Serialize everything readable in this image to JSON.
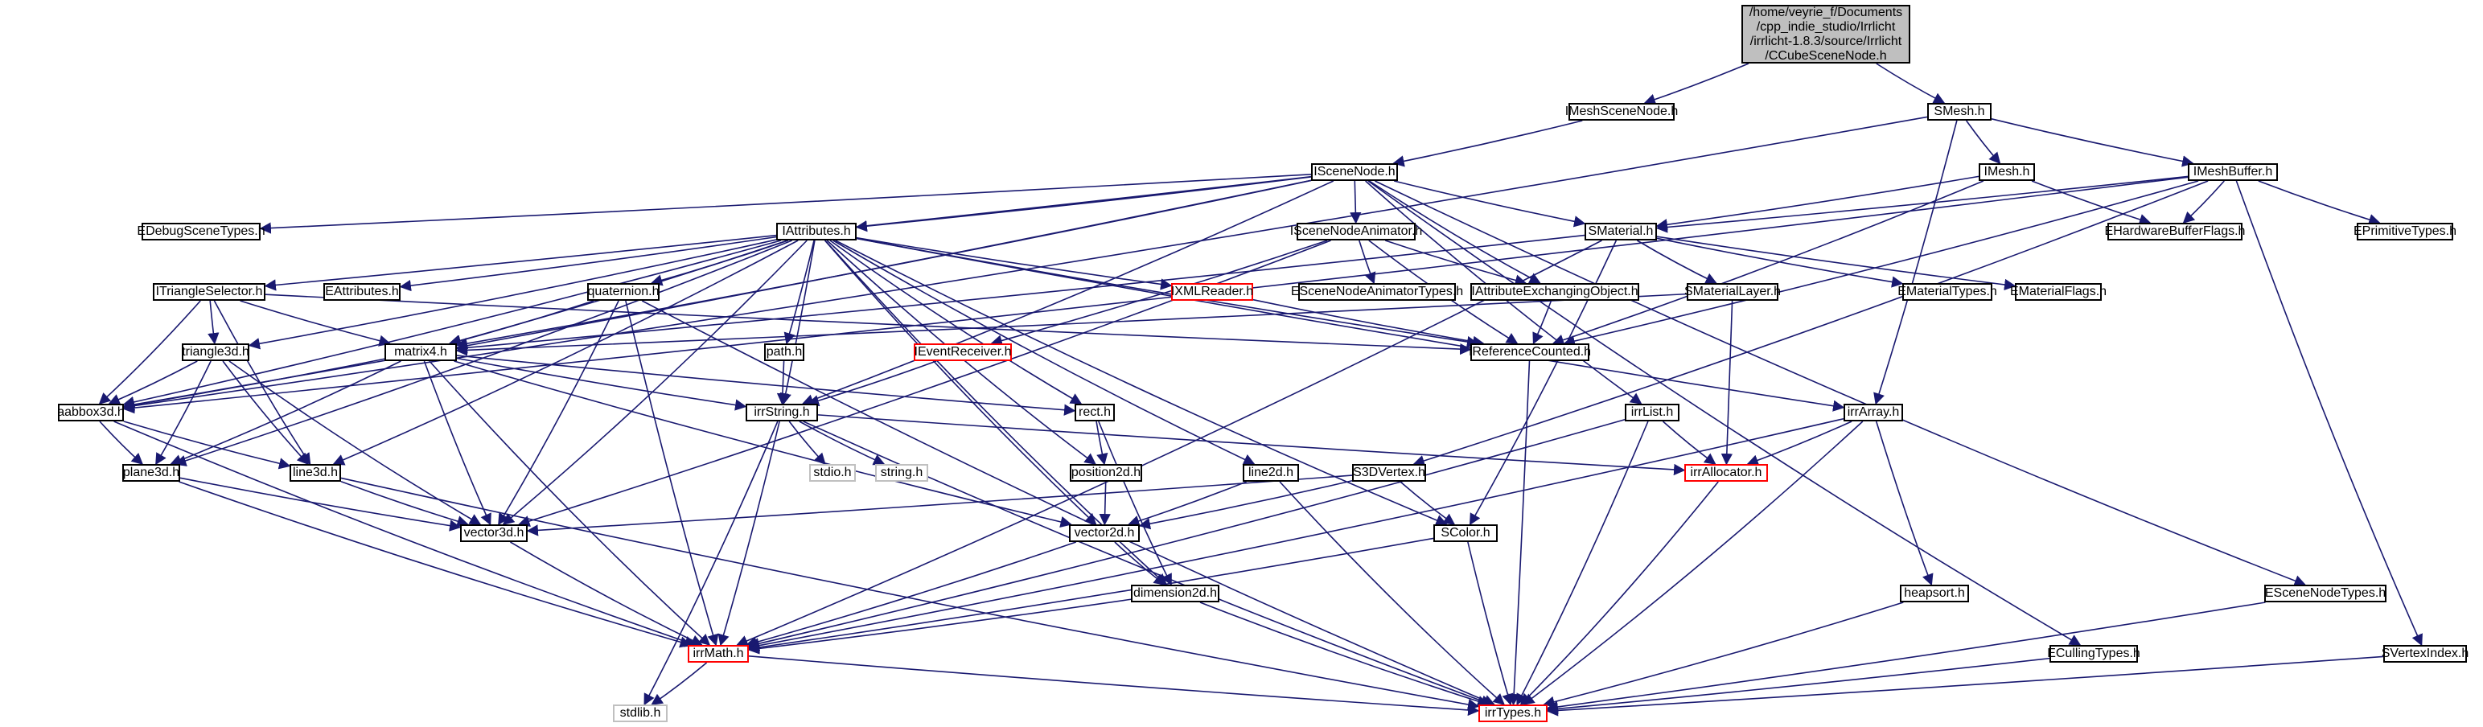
{
  "title_lines": [
    "/home/veyrie_f/Documents",
    "/cpp_indie_studio/Irrlicht",
    "/irrlicht-1.8.3/source/Irrlicht",
    "/CCubeSceneNode.h"
  ],
  "colors": {
    "edge": "#191970",
    "border_normal": "#000000",
    "border_incomplete": "#ff0000",
    "border_system": "#c0c0c0",
    "root_fill": "#bfbfbf"
  },
  "nodes": [
    {
      "id": "root",
      "label": "/home/veyrie_f/Documents/cpp_indie_studio/Irrlicht/irrlicht-1.8.3/source/Irrlicht/CCubeSceneNode.h",
      "style": "root"
    },
    {
      "id": "IMeshSceneNode",
      "label": "IMeshSceneNode.h",
      "style": "normal"
    },
    {
      "id": "SMesh",
      "label": "SMesh.h",
      "style": "normal"
    },
    {
      "id": "ISceneNode",
      "label": "ISceneNode.h",
      "style": "normal"
    },
    {
      "id": "IMesh",
      "label": "IMesh.h",
      "style": "normal"
    },
    {
      "id": "IMeshBuffer",
      "label": "IMeshBuffer.h",
      "style": "normal"
    },
    {
      "id": "EDebugSceneTypes",
      "label": "EDebugSceneTypes.h",
      "style": "normal"
    },
    {
      "id": "IAttributes",
      "label": "IAttributes.h",
      "style": "normal"
    },
    {
      "id": "ISceneNodeAnimator",
      "label": "ISceneNodeAnimator.h",
      "style": "normal"
    },
    {
      "id": "SMaterial",
      "label": "SMaterial.h",
      "style": "normal"
    },
    {
      "id": "EHardwareBufferFlags",
      "label": "EHardwareBufferFlags.h",
      "style": "normal"
    },
    {
      "id": "EPrimitiveTypes",
      "label": "EPrimitiveTypes.h",
      "style": "normal"
    },
    {
      "id": "ITriangleSelector",
      "label": "ITriangleSelector.h",
      "style": "normal"
    },
    {
      "id": "EAttributes",
      "label": "EAttributes.h",
      "style": "normal"
    },
    {
      "id": "quaternion",
      "label": "quaternion.h",
      "style": "normal"
    },
    {
      "id": "IXMLReader",
      "label": "IXMLReader.h",
      "style": "red"
    },
    {
      "id": "ESceneNodeAnimatorTypes",
      "label": "ESceneNodeAnimatorTypes.h",
      "style": "normal"
    },
    {
      "id": "IAttributeExchangingObject",
      "label": "IAttributeExchangingObject.h",
      "style": "normal"
    },
    {
      "id": "SMaterialLayer",
      "label": "SMaterialLayer.h",
      "style": "normal"
    },
    {
      "id": "EMaterialTypes",
      "label": "EMaterialTypes.h",
      "style": "normal"
    },
    {
      "id": "EMaterialFlags",
      "label": "EMaterialFlags.h",
      "style": "normal"
    },
    {
      "id": "triangle3d",
      "label": "triangle3d.h",
      "style": "normal"
    },
    {
      "id": "matrix4",
      "label": "matrix4.h",
      "style": "normal"
    },
    {
      "id": "path",
      "label": "path.h",
      "style": "normal"
    },
    {
      "id": "IEventReceiver",
      "label": "IEventReceiver.h",
      "style": "red"
    },
    {
      "id": "IReferenceCounted",
      "label": "IReferenceCounted.h",
      "style": "normal"
    },
    {
      "id": "aabbox3d",
      "label": "aabbox3d.h",
      "style": "normal"
    },
    {
      "id": "irrString",
      "label": "irrString.h",
      "style": "normal"
    },
    {
      "id": "rect",
      "label": "rect.h",
      "style": "normal"
    },
    {
      "id": "irrList",
      "label": "irrList.h",
      "style": "normal"
    },
    {
      "id": "irrArray",
      "label": "irrArray.h",
      "style": "normal"
    },
    {
      "id": "plane3d",
      "label": "plane3d.h",
      "style": "normal"
    },
    {
      "id": "line3d",
      "label": "line3d.h",
      "style": "normal"
    },
    {
      "id": "stdio",
      "label": "stdio.h",
      "style": "gray"
    },
    {
      "id": "string",
      "label": "string.h",
      "style": "gray"
    },
    {
      "id": "position2d",
      "label": "position2d.h",
      "style": "normal"
    },
    {
      "id": "line2d",
      "label": "line2d.h",
      "style": "normal"
    },
    {
      "id": "S3DVertex",
      "label": "S3DVertex.h",
      "style": "normal"
    },
    {
      "id": "irrAllocator",
      "label": "irrAllocator.h",
      "style": "red"
    },
    {
      "id": "vector3d",
      "label": "vector3d.h",
      "style": "normal"
    },
    {
      "id": "vector2d",
      "label": "vector2d.h",
      "style": "normal"
    },
    {
      "id": "SColor",
      "label": "SColor.h",
      "style": "normal"
    },
    {
      "id": "dimension2d",
      "label": "dimension2d.h",
      "style": "normal"
    },
    {
      "id": "heapsort",
      "label": "heapsort.h",
      "style": "normal"
    },
    {
      "id": "ESceneNodeTypes",
      "label": "ESceneNodeTypes.h",
      "style": "normal"
    },
    {
      "id": "irrMath",
      "label": "irrMath.h",
      "style": "red"
    },
    {
      "id": "ECullingTypes",
      "label": "ECullingTypes.h",
      "style": "normal"
    },
    {
      "id": "SVertexIndex",
      "label": "SVertexIndex.h",
      "style": "normal"
    },
    {
      "id": "stdlib",
      "label": "stdlib.h",
      "style": "gray"
    },
    {
      "id": "irrTypes",
      "label": "irrTypes.h",
      "style": "red"
    }
  ],
  "edges": [
    [
      "root",
      "IMeshSceneNode"
    ],
    [
      "root",
      "SMesh"
    ],
    [
      "IMeshSceneNode",
      "ISceneNode"
    ],
    [
      "SMesh",
      "IMesh"
    ],
    [
      "SMesh",
      "IMeshBuffer"
    ],
    [
      "SMesh",
      "aabbox3d"
    ],
    [
      "SMesh",
      "irrArray"
    ],
    [
      "IMesh",
      "SMaterial"
    ],
    [
      "IMesh",
      "EHardwareBufferFlags"
    ],
    [
      "IMesh",
      "IReferenceCounted"
    ],
    [
      "IMeshBuffer",
      "SMaterial"
    ],
    [
      "IMeshBuffer",
      "EHardwareBufferFlags"
    ],
    [
      "IMeshBuffer",
      "EPrimitiveTypes"
    ],
    [
      "IMeshBuffer",
      "IReferenceCounted"
    ],
    [
      "IMeshBuffer",
      "S3DVertex"
    ],
    [
      "IMeshBuffer",
      "SVertexIndex"
    ],
    [
      "IMeshBuffer",
      "aabbox3d"
    ],
    [
      "ISceneNode",
      "EDebugSceneTypes"
    ],
    [
      "ISceneNode",
      "IAttributes"
    ],
    [
      "ISceneNode",
      "ISceneNodeAnimator"
    ],
    [
      "ISceneNode",
      "SMaterial"
    ],
    [
      "ISceneNode",
      "ITriangleSelector"
    ],
    [
      "ISceneNode",
      "IAttributeExchangingObject"
    ],
    [
      "ISceneNode",
      "irrString"
    ],
    [
      "ISceneNode",
      "aabbox3d"
    ],
    [
      "ISceneNode",
      "matrix4"
    ],
    [
      "ISceneNode",
      "irrList"
    ],
    [
      "ISceneNode",
      "ESceneNodeTypes"
    ],
    [
      "ISceneNode",
      "ECullingTypes"
    ],
    [
      "IAttributes",
      "EAttributes"
    ],
    [
      "IAttributes",
      "quaternion"
    ],
    [
      "IAttributes",
      "IXMLReader"
    ],
    [
      "IAttributes",
      "triangle3d"
    ],
    [
      "IAttributes",
      "matrix4"
    ],
    [
      "IAttributes",
      "path"
    ],
    [
      "IAttributes",
      "IReferenceCounted"
    ],
    [
      "IAttributes",
      "aabbox3d"
    ],
    [
      "IAttributes",
      "irrString"
    ],
    [
      "IAttributes",
      "rect"
    ],
    [
      "IAttributes",
      "irrArray"
    ],
    [
      "IAttributes",
      "plane3d"
    ],
    [
      "IAttributes",
      "line3d"
    ],
    [
      "IAttributes",
      "position2d"
    ],
    [
      "IAttributes",
      "line2d"
    ],
    [
      "IAttributes",
      "vector3d"
    ],
    [
      "IAttributes",
      "vector2d"
    ],
    [
      "IAttributes",
      "SColor"
    ],
    [
      "IAttributes",
      "dimension2d"
    ],
    [
      "ISceneNodeAnimator",
      "IEventReceiver"
    ],
    [
      "ISceneNodeAnimator",
      "ESceneNodeAnimatorTypes"
    ],
    [
      "ISceneNodeAnimator",
      "IAttributeExchangingObject"
    ],
    [
      "ISceneNodeAnimator",
      "IReferenceCounted"
    ],
    [
      "ISceneNodeAnimator",
      "vector3d"
    ],
    [
      "SMaterial",
      "SMaterialLayer"
    ],
    [
      "SMaterial",
      "EMaterialTypes"
    ],
    [
      "SMaterial",
      "EMaterialFlags"
    ],
    [
      "SMaterial",
      "SColor"
    ],
    [
      "SMaterial",
      "matrix4"
    ],
    [
      "SMaterial",
      "irrMath"
    ],
    [
      "ITriangleSelector",
      "IReferenceCounted"
    ],
    [
      "ITriangleSelector",
      "triangle3d"
    ],
    [
      "ITriangleSelector",
      "aabbox3d"
    ],
    [
      "ITriangleSelector",
      "matrix4"
    ],
    [
      "ITriangleSelector",
      "line3d"
    ],
    [
      "IXMLReader",
      "IReferenceCounted"
    ],
    [
      "IAttributeExchangingObject",
      "IReferenceCounted"
    ],
    [
      "SMaterialLayer",
      "matrix4"
    ],
    [
      "SMaterialLayer",
      "irrAllocator"
    ],
    [
      "triangle3d",
      "aabbox3d"
    ],
    [
      "triangle3d",
      "plane3d"
    ],
    [
      "triangle3d",
      "line3d"
    ],
    [
      "triangle3d",
      "vector3d"
    ],
    [
      "quaternion",
      "matrix4"
    ],
    [
      "quaternion",
      "vector3d"
    ],
    [
      "quaternion",
      "irrMath"
    ],
    [
      "quaternion",
      "irrTypes"
    ],
    [
      "matrix4",
      "aabbox3d"
    ],
    [
      "matrix4",
      "irrString"
    ],
    [
      "matrix4",
      "rect"
    ],
    [
      "matrix4",
      "plane3d"
    ],
    [
      "matrix4",
      "vector3d"
    ],
    [
      "matrix4",
      "vector2d"
    ],
    [
      "matrix4",
      "irrMath"
    ],
    [
      "path",
      "irrString"
    ],
    [
      "IEventReceiver",
      "irrString"
    ],
    [
      "IReferenceCounted",
      "irrTypes"
    ],
    [
      "aabbox3d",
      "plane3d"
    ],
    [
      "aabbox3d",
      "line3d"
    ],
    [
      "aabbox3d",
      "irrMath"
    ],
    [
      "irrString",
      "stdio"
    ],
    [
      "irrString",
      "string"
    ],
    [
      "irrString",
      "stdlib"
    ],
    [
      "irrString",
      "irrAllocator"
    ],
    [
      "irrString",
      "irrMath"
    ],
    [
      "irrString",
      "irrTypes"
    ],
    [
      "rect",
      "position2d"
    ],
    [
      "rect",
      "dimension2d"
    ],
    [
      "irrList",
      "irrAllocator"
    ],
    [
      "irrList",
      "irrMath"
    ],
    [
      "irrList",
      "irrTypes"
    ],
    [
      "irrArray",
      "irrAllocator"
    ],
    [
      "irrArray",
      "heapsort"
    ],
    [
      "irrArray",
      "irrMath"
    ],
    [
      "irrArray",
      "irrTypes"
    ],
    [
      "plane3d",
      "vector3d"
    ],
    [
      "plane3d",
      "irrMath"
    ],
    [
      "line3d",
      "vector3d"
    ],
    [
      "line3d",
      "irrTypes"
    ],
    [
      "position2d",
      "vector2d"
    ],
    [
      "line2d",
      "vector2d"
    ],
    [
      "line2d",
      "irrTypes"
    ],
    [
      "S3DVertex",
      "vector3d"
    ],
    [
      "S3DVertex",
      "vector2d"
    ],
    [
      "S3DVertex",
      "SColor"
    ],
    [
      "irrAllocator",
      "irrTypes"
    ],
    [
      "vector3d",
      "irrMath"
    ],
    [
      "vector2d",
      "irrMath"
    ],
    [
      "vector2d",
      "dimension2d"
    ],
    [
      "SColor",
      "irrMath"
    ],
    [
      "SColor",
      "irrTypes"
    ],
    [
      "dimension2d",
      "irrMath"
    ],
    [
      "dimension2d",
      "irrTypes"
    ],
    [
      "heapsort",
      "irrTypes"
    ],
    [
      "ESceneNodeTypes",
      "irrTypes"
    ],
    [
      "irrMath",
      "stdlib"
    ],
    [
      "irrMath",
      "irrTypes"
    ],
    [
      "ECullingTypes",
      "irrTypes"
    ],
    [
      "SVertexIndex",
      "irrTypes"
    ]
  ]
}
